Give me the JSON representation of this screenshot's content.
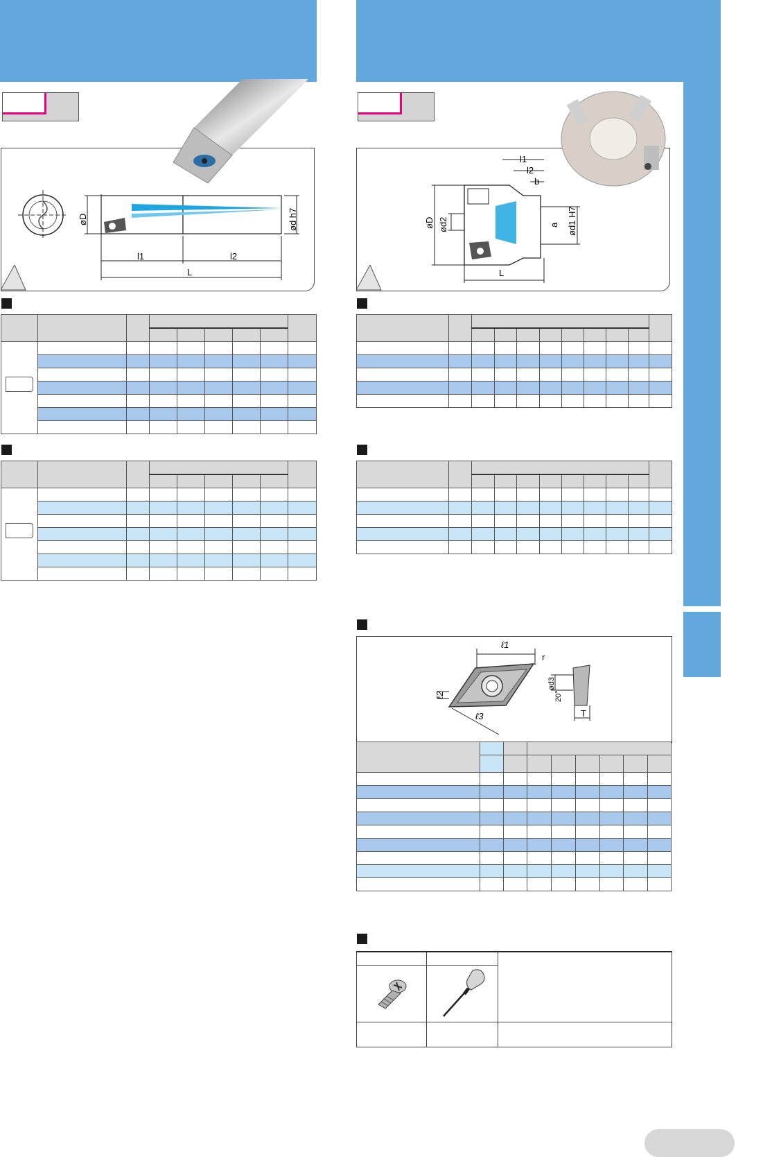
{
  "left_tool": {
    "drawing_labels": [
      "øD",
      "ød h7",
      "l1",
      "l2",
      "L"
    ]
  },
  "right_tool": {
    "drawing_labels": [
      "l1",
      "l2",
      "b",
      "øD",
      "ød2",
      "a",
      "ød1 H7",
      "L"
    ]
  },
  "insert": {
    "drawing_labels": [
      "ℓ1",
      "r",
      "ℓ2",
      "ℓ3",
      "ød3",
      "20°",
      "T"
    ]
  },
  "colors": {
    "header_blue": "#63a8dc",
    "row_blue": "#a8c9ec",
    "row_light_blue": "#c8e6f8",
    "header_gray": "#d9d9d9",
    "accent_magenta": "#e6007e",
    "cyan_coolant": "#1fa6e0"
  }
}
